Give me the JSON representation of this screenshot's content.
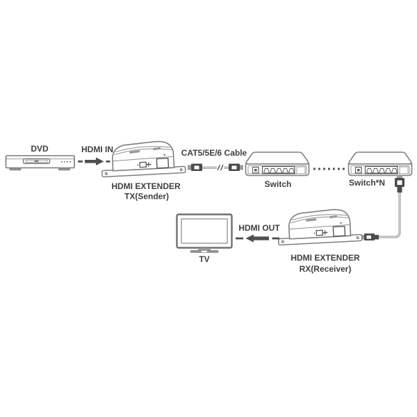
{
  "colors": {
    "background": "#ffffff",
    "device_outline": "#7e7e7e",
    "detail_dark": "#4c4c4c",
    "label_text": "#3f3f3f",
    "arrow": "#4f4f4f",
    "cable": "#8c8c8c"
  },
  "source": {
    "label": "DVD"
  },
  "tx": {
    "input_label": "HDMI IN",
    "name_line1": "HDMI EXTENDER",
    "name_line2": "TX(Sender)"
  },
  "link": {
    "cable_label": "CAT5/5E/6 Cable"
  },
  "network": {
    "switch_label": "Switch",
    "switch_n_label": "Switch*N"
  },
  "rx": {
    "output_label": "HDMI OUT",
    "name_line1": "HDMI EXTENDER",
    "name_line2": "RX(Receiver)"
  },
  "display": {
    "label": "TV"
  }
}
